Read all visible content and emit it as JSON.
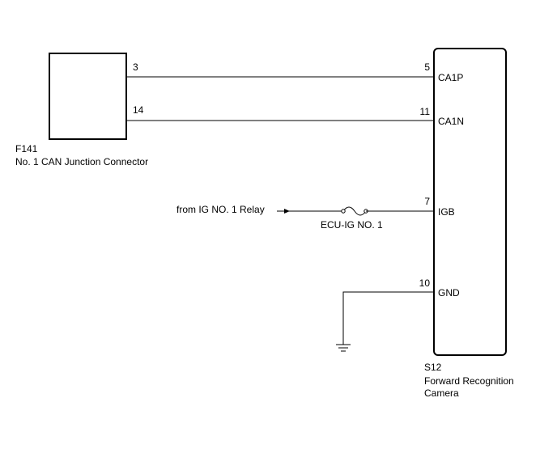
{
  "connector_f141": {
    "code": "F141",
    "name": "No. 1 CAN Junction Connector",
    "pins": [
      {
        "pin": "3"
      },
      {
        "pin": "14"
      }
    ]
  },
  "camera_s12": {
    "code": "S12",
    "name_line1": "Forward Recognition",
    "name_line2": "Camera",
    "pins": [
      {
        "pin": "5",
        "signal": "CA1P"
      },
      {
        "pin": "11",
        "signal": "CA1N"
      },
      {
        "pin": "7",
        "signal": "IGB"
      },
      {
        "pin": "10",
        "signal": "GND"
      }
    ]
  },
  "power": {
    "source": "from IG NO. 1 Relay",
    "fuse": "ECU-IG NO. 1"
  },
  "icons": {
    "fuse": "fuse-icon",
    "ground": "ground-icon",
    "arrow": "arrow-icon"
  }
}
